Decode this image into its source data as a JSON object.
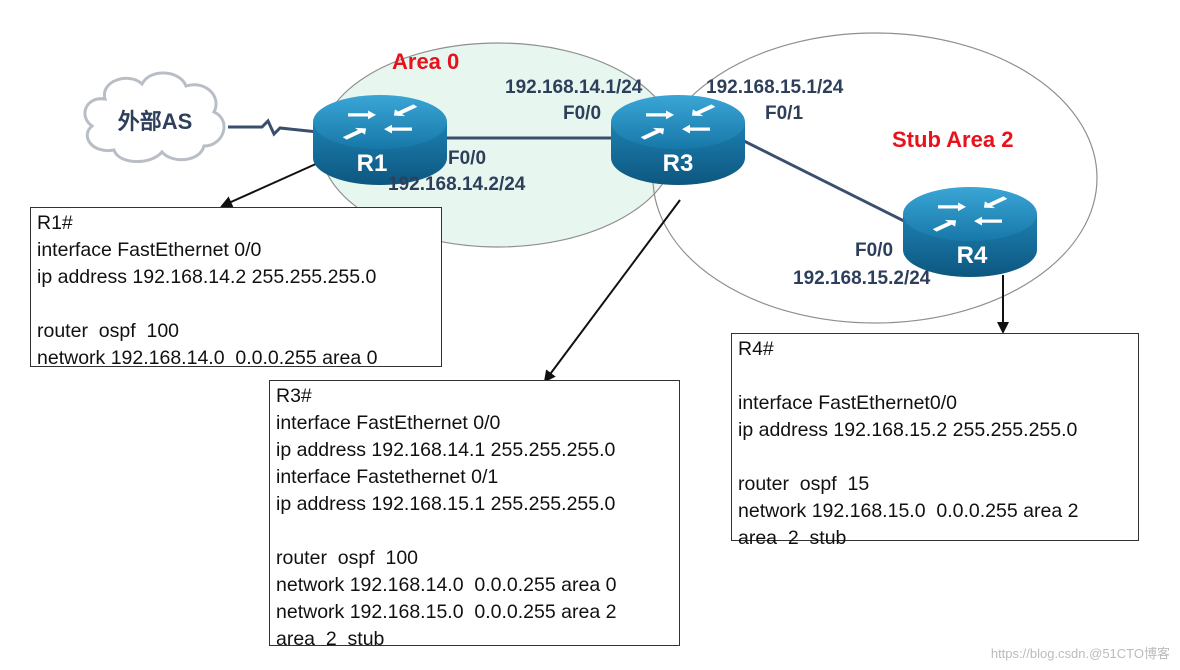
{
  "cloud": {
    "label": "外部AS"
  },
  "areas": {
    "area0": "Area 0",
    "stub": "Stub Area 2"
  },
  "routers": {
    "r1": "R1",
    "r3": "R3",
    "r4": "R4"
  },
  "interfaces": {
    "r1_f00_name": "F0/0",
    "r1_f00_ip": "192.168.14.2/24",
    "r3_f00_name": "F0/0",
    "r3_f00_ip": "192.168.14.1/24",
    "r3_f01_name": "F0/1",
    "r3_f01_ip": "192.168.15.1/24",
    "r4_f00_name": "F0/0",
    "r4_f00_ip": "192.168.15.2/24"
  },
  "configs": {
    "r1": [
      "R1#",
      "interface FastEthernet 0/0",
      "ip address 192.168.14.2 255.255.255.0",
      "",
      "router  ospf  100",
      "network 192.168.14.0  0.0.0.255 area 0"
    ],
    "r3": [
      "R3#",
      "interface FastEthernet 0/0",
      "ip address 192.168.14.1 255.255.255.0",
      "interface Fastethernet 0/1",
      "ip address 192.168.15.1 255.255.255.0",
      "",
      "router  ospf  100",
      "network 192.168.14.0  0.0.0.255 area 0",
      "network 192.168.15.0  0.0.0.255 area 2",
      "area  2  stub"
    ],
    "r4": [
      "R4#",
      "",
      "interface FastEthernet0/0",
      "ip address 192.168.15.2 255.255.255.0",
      "",
      "router  ospf  15",
      "network 192.168.15.0  0.0.0.255 area 2",
      "area  2  stub"
    ]
  },
  "watermark": "https://blog.csdn.@51CTO博客"
}
